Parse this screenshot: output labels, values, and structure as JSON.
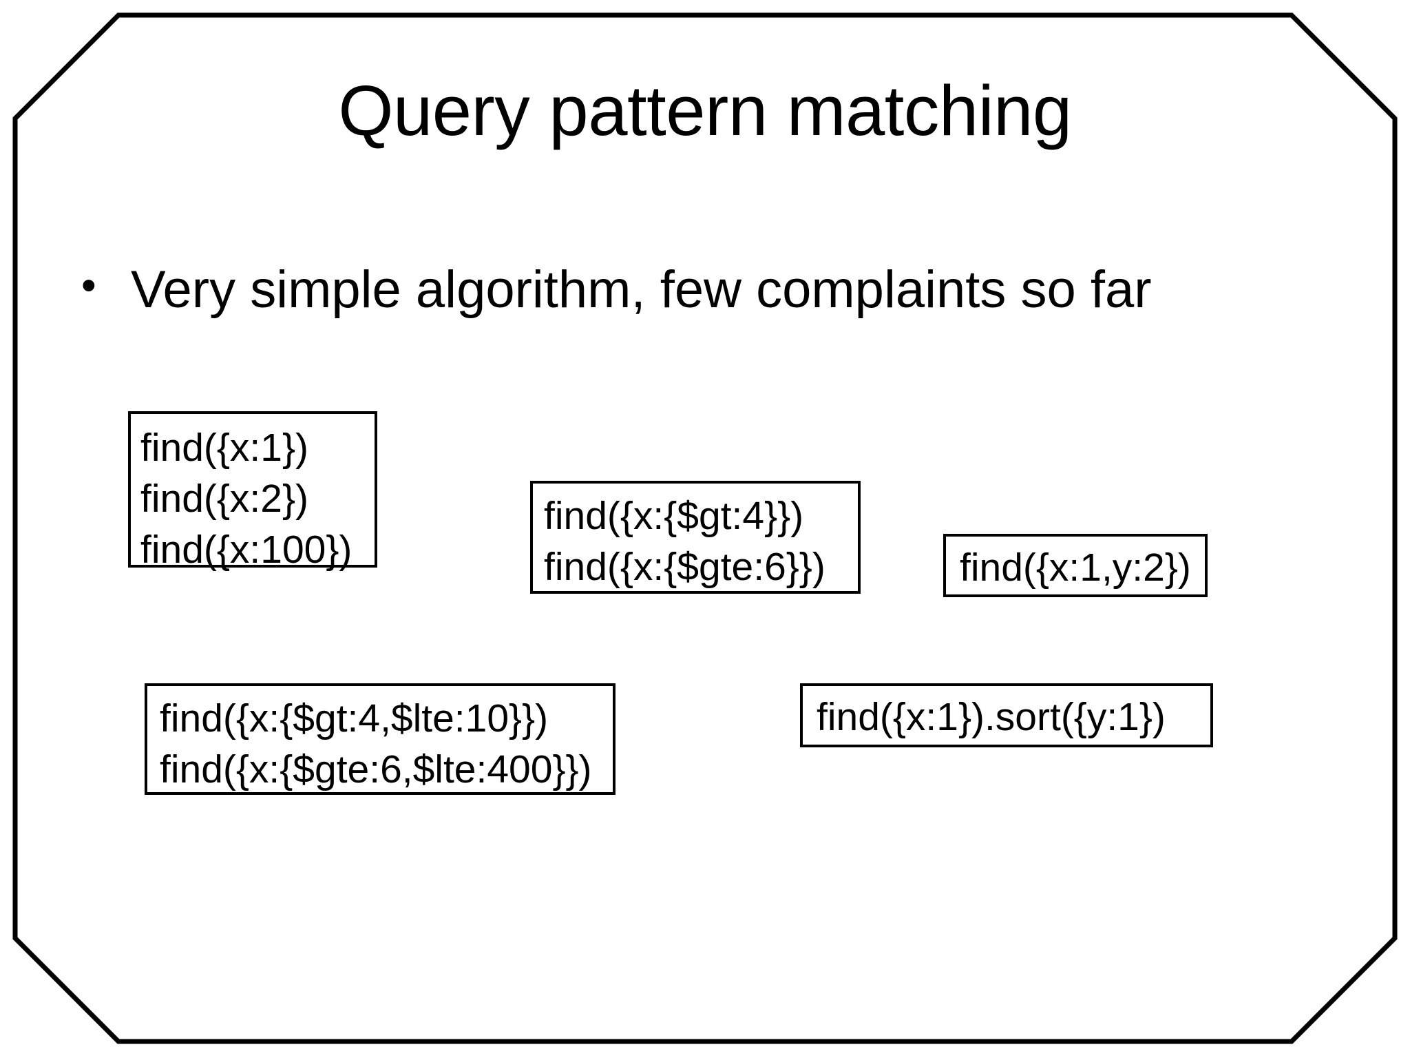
{
  "slide": {
    "title": "Query pattern matching",
    "border_color": "#000000",
    "background_color": "#ffffff",
    "text_color": "#000000",
    "border_shape": "octagon"
  },
  "bullets": [
    {
      "marker": "•",
      "text": "Very simple algorithm, few complaints so far"
    }
  ],
  "query_boxes": [
    {
      "name": "exact-match-queries",
      "lines": [
        "find({x:1})",
        "find({x:2})",
        "find({x:100})"
      ]
    },
    {
      "name": "range-open-queries",
      "lines": [
        "find({x:{$gt:4}})",
        "find({x:{$gte:6}})"
      ]
    },
    {
      "name": "compound-equality-query",
      "lines": [
        "find({x:1,y:2})"
      ]
    },
    {
      "name": "range-bounded-queries",
      "lines": [
        "find({x:{$gt:4,$lte:10}})",
        "find({x:{$gte:6,$lte:400}})"
      ]
    },
    {
      "name": "query-with-sort",
      "lines": [
        "find({x:1}).sort({y:1})"
      ]
    }
  ]
}
